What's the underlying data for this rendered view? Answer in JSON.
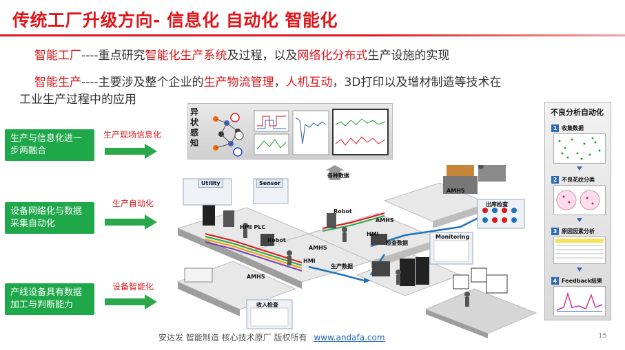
{
  "title": "传统工厂升级方向- 信息化 自动化 智能化",
  "intro": {
    "line1": {
      "a": "智能工厂",
      "b": "----重点研究",
      "c": "智能化生产系统",
      "d": "及过程，以及",
      "e": "网络化分布式",
      "f": "生产设施的实现"
    },
    "line2": {
      "a": "智能生产",
      "b": "----主要涉及整个企业的",
      "c": "生产物流管理",
      "d": "，",
      "e": "人机互动",
      "f": "，3D打印以及增材制造等技术在"
    },
    "line3": "工业生产过程中的应用"
  },
  "left_boxes": [
    {
      "text": "生产与信息化进一步两融合",
      "arrow_label": "生产现场信息化"
    },
    {
      "text": "设备网络化与数据采集自动化",
      "arrow_label": "生产自动化"
    },
    {
      "text": "产线设备具有数据加工与判断能力",
      "arrow_label": "设备智能化"
    }
  ],
  "sense_panel": {
    "label": "异状感知",
    "chart_title": "TCU Task Temperature",
    "chart2_title": "Nozzle 1st Pressure"
  },
  "factory_labels": {
    "utility": "Utility",
    "sensor": "Sensor",
    "hmi_plc": "HMI\nPLC",
    "robot1": "Robot",
    "robot2": "Robot",
    "hmi1": "HMI",
    "hmi2": "HMI",
    "amhs": "AMHS",
    "various_data": "各种数据",
    "production_data": "生产数据",
    "inspection_data": "检查数据",
    "monitoring": "Monitoring",
    "incoming_inspection": "收入检查",
    "outgoing_inspection": "出库检查"
  },
  "right_panel": {
    "title": "不良分析自动化",
    "steps": [
      {
        "num": "1",
        "label": "收集数据"
      },
      {
        "num": "2",
        "label": "不良花纹分类"
      },
      {
        "num": "3",
        "label": "原因因素分析"
      },
      {
        "num": "4",
        "label": "Feedback结果"
      }
    ]
  },
  "footer": {
    "text": "安达发   智能制造 核心技术原厂    版权所有",
    "link": "www.andafa.com"
  },
  "page_number": "15",
  "colors": {
    "accent_red": "#e0151a",
    "box_green": "#1fa84a",
    "arrow_green": "#2aa84a",
    "flow_blue": "#1e73be"
  }
}
